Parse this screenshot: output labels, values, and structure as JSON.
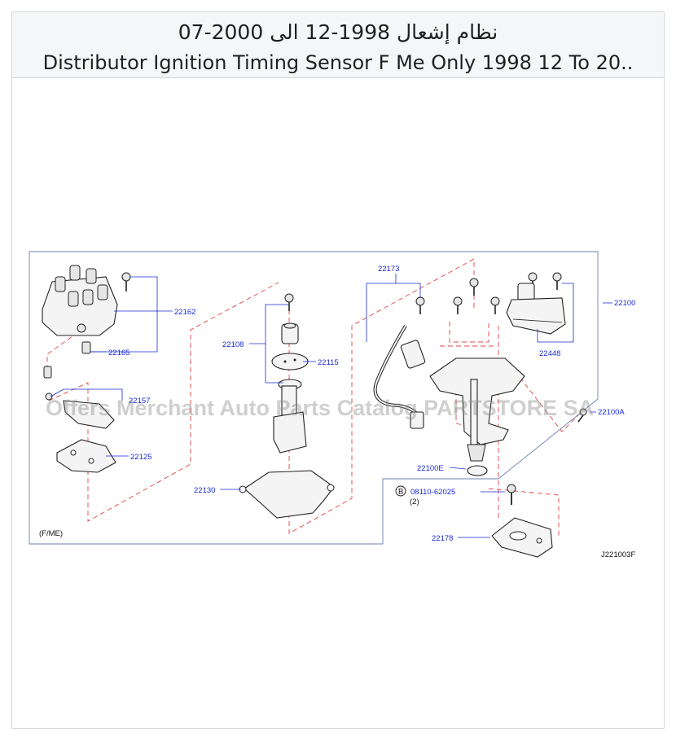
{
  "header": {
    "title_ar": "نظام إشعال 1998-12 الى 2000-07",
    "title_en": "Distributor Ignition Timing Sensor F Me Only 1998 12 To 20.."
  },
  "diagram": {
    "part_labels": {
      "p22162": "22162",
      "p22165": "22165",
      "p22157": "22157",
      "p22125": "22125",
      "p22108": "22108",
      "p22115": "22115",
      "p22130": "22130",
      "p22173": "22173",
      "p22100": "22100",
      "p22448": "22448",
      "p22100a": "22100A",
      "p22100e": "22100E",
      "p08110": "08110-62025",
      "p08110_qty": "(2)",
      "bolt_marker": "B",
      "p22178": "22178"
    },
    "variant_note": "(F/ME)",
    "diagram_code": "J221003F",
    "watermark": "Offers Merchant Auto Parts Catalog PARTSTORE SA"
  },
  "colors": {
    "label": "#1a2bd6",
    "dashed_guide": "#e14444",
    "frame": "#6a7fb0",
    "header_bg": "#f5f6f8"
  }
}
